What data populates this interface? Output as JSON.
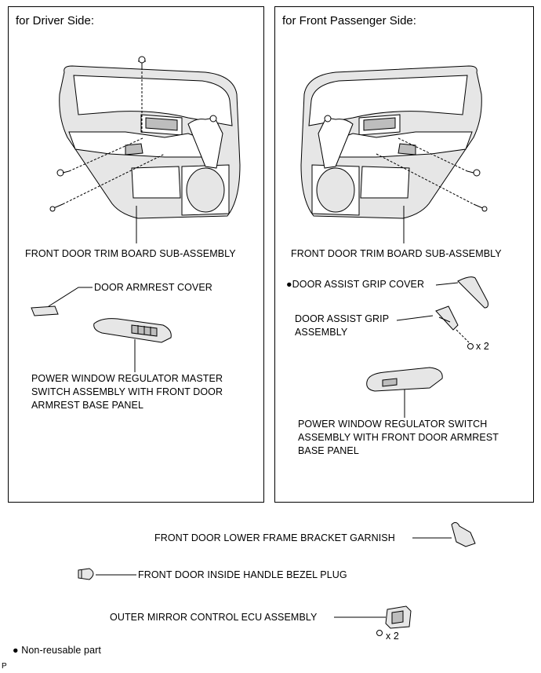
{
  "driver_panel": {
    "title": "for Driver Side:",
    "trim_board_label": "FRONT DOOR TRIM BOARD SUB-ASSEMBLY",
    "armrest_cover_label": "DOOR ARMREST COVER",
    "master_switch_label": [
      "POWER WINDOW REGULATOR MASTER",
      "SWITCH ASSEMBLY WITH FRONT DOOR",
      "ARMREST BASE PANEL"
    ]
  },
  "passenger_panel": {
    "title": "for Front Passenger Side:",
    "trim_board_label": "FRONT DOOR TRIM BOARD SUB-ASSEMBLY",
    "grip_cover_label": "DOOR ASSIST GRIP COVER",
    "grip_cover_marker": "●",
    "grip_assembly_label": [
      "DOOR ASSIST GRIP",
      "ASSEMBLY"
    ],
    "grip_screw_count": "x 2",
    "switch_label": [
      "POWER WINDOW REGULATOR SWITCH",
      "ASSEMBLY WITH FRONT DOOR ARMREST",
      "BASE PANEL"
    ]
  },
  "lower_parts": {
    "garnish_label": "FRONT DOOR LOWER FRAME BRACKET GARNISH",
    "bezel_plug_label": "FRONT DOOR INSIDE HANDLE BEZEL PLUG",
    "mirror_ecu_label": "OUTER MIRROR CONTROL ECU ASSEMBLY",
    "mirror_ecu_screw_count": "x 2"
  },
  "legend": {
    "marker": "●",
    "text": "Non-reusable part"
  },
  "corner_code": "P"
}
